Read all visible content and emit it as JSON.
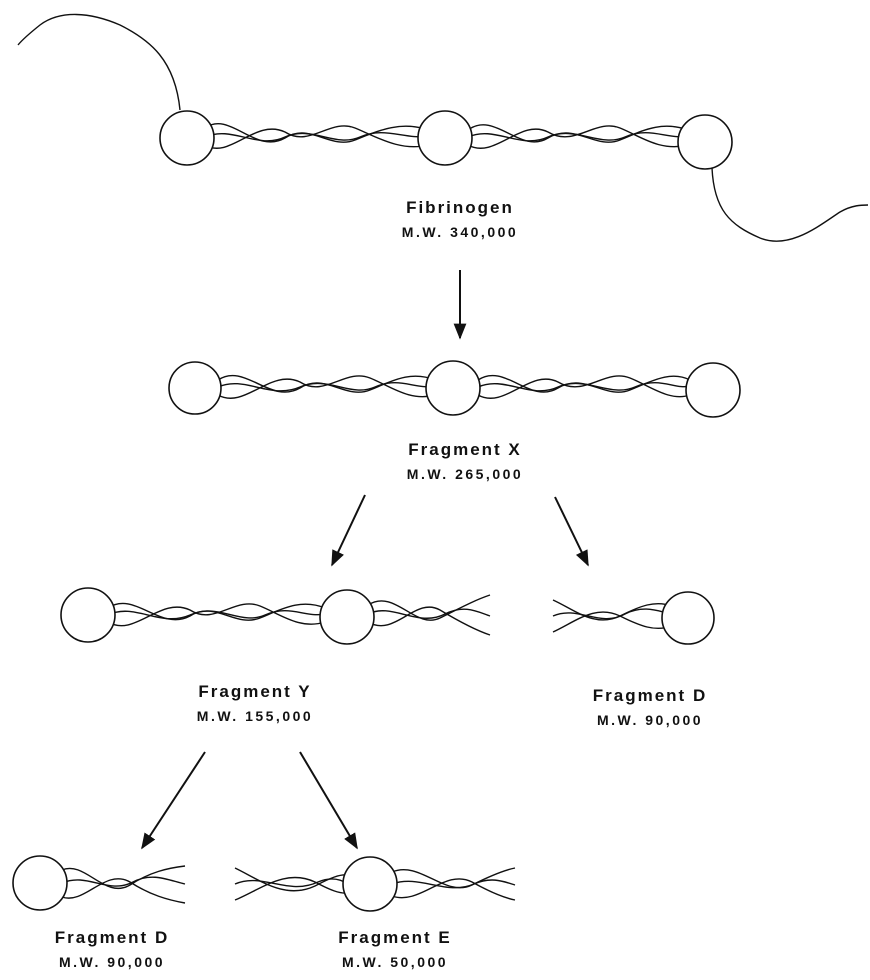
{
  "molecules": {
    "fibrinogen": {
      "name": "Fibrinogen",
      "mw": "M.W. 340,000"
    },
    "fragment_x": {
      "name": "Fragment X",
      "mw": "M.W. 265,000"
    },
    "fragment_y": {
      "name": "Fragment Y",
      "mw": "M.W. 155,000"
    },
    "fragment_d_first": {
      "name": "Fragment D",
      "mw": "M.W. 90,000"
    },
    "fragment_d_second": {
      "name": "Fragment D",
      "mw": "M.W. 90,000"
    },
    "fragment_e": {
      "name": "Fragment E",
      "mw": "M.W. 50,000"
    }
  }
}
